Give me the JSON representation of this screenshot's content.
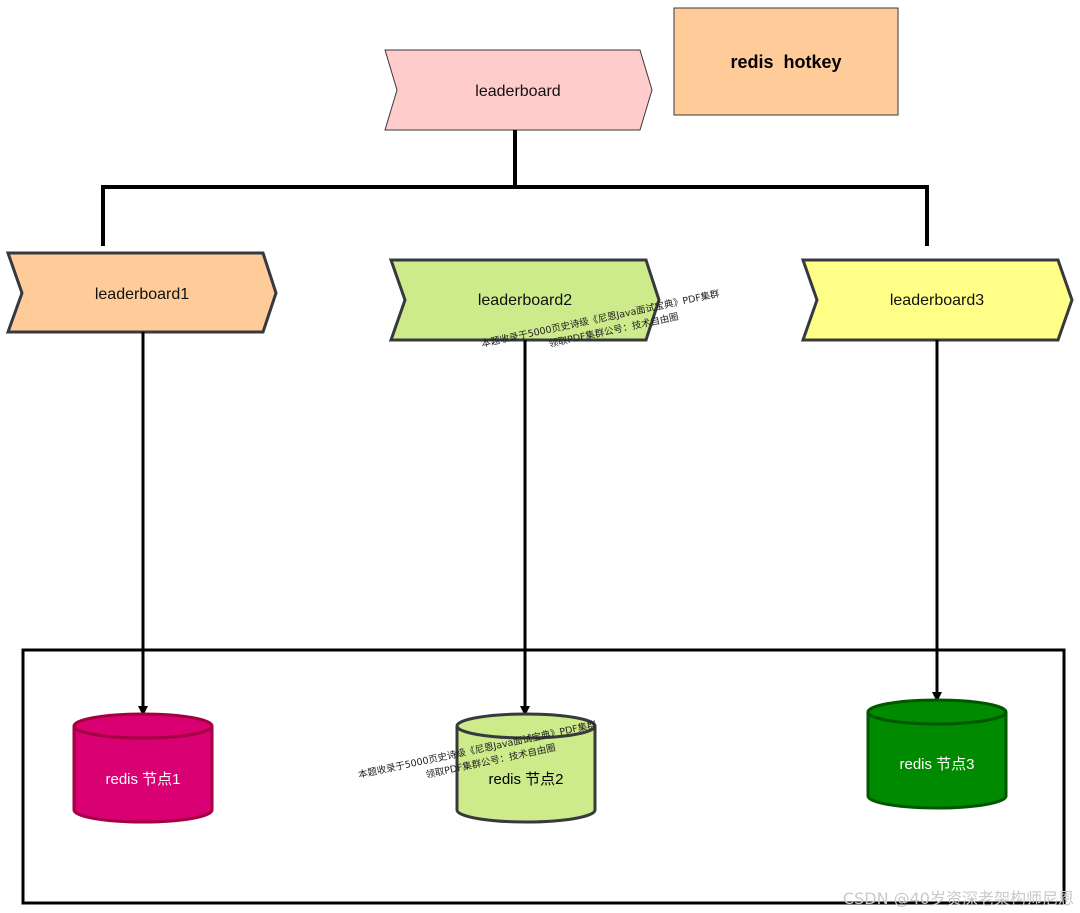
{
  "title_box": {
    "label": "redis  hotkey",
    "fill": "#ffcc99"
  },
  "root": {
    "label": "leaderboard",
    "fill": "#ffcccc"
  },
  "boards": [
    {
      "label": "leaderboard1",
      "fill": "#ffcc99"
    },
    {
      "label": "leaderboard2",
      "fill": "#cdeb8b"
    },
    {
      "label": "leaderboard3",
      "fill": "#ffff88"
    }
  ],
  "nodes": [
    {
      "label": "redis 节点1",
      "fill": "#d80073",
      "stroke": "#a50040",
      "text_color": "#ffffff"
    },
    {
      "label": "redis 节点2",
      "fill": "#cdeb8b",
      "stroke": "#36393d",
      "text_color": "#000000"
    },
    {
      "label": "redis 节点3",
      "fill": "#008a00",
      "stroke": "#005700",
      "text_color": "#ffffff"
    }
  ],
  "watermarks": [
    {
      "line1": "本题收录于5000页史诗级《尼恩Java面试宝典》PDF集群",
      "line2": "领取PDF集群公号：技术自由圈"
    },
    {
      "line1": "本题收录于5000页史诗级《尼恩Java面试宝典》PDF集群",
      "line2": "领取PDF集群公号：技术自由圈"
    }
  ],
  "footer": {
    "text": "CSDN @40岁资深老架构师尼恩"
  }
}
